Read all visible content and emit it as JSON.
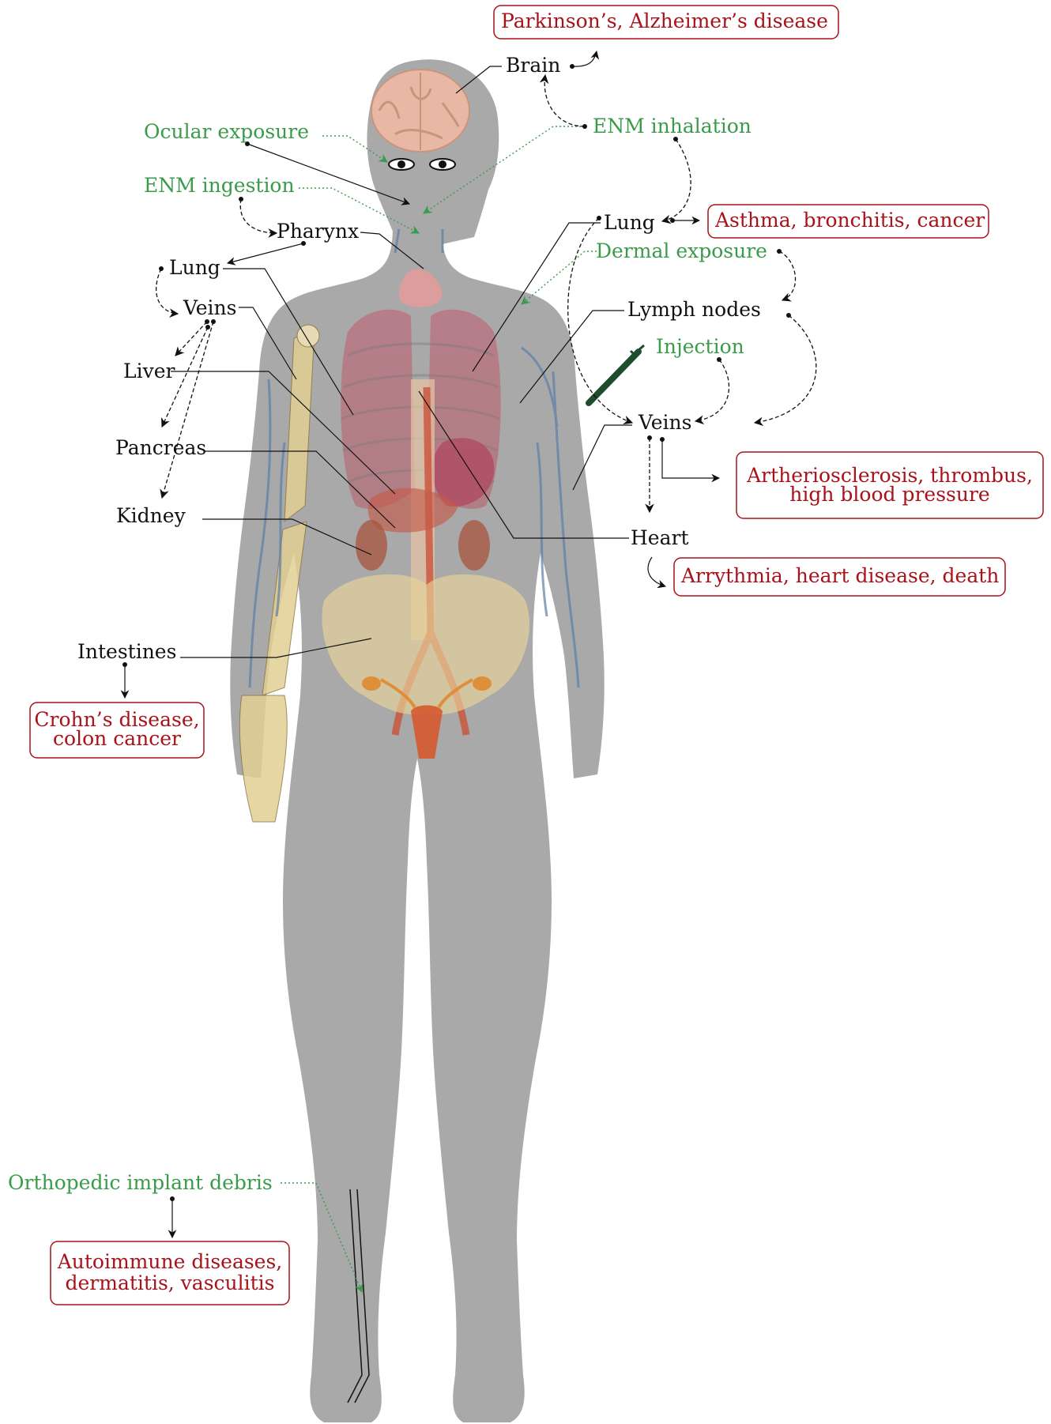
{
  "organs": {
    "brain": "Brain",
    "lung_right": "Lung",
    "lung_left": "Lung",
    "pharynx": "Pharynx",
    "veins_left": "Veins",
    "liver": "Liver",
    "pancreas": "Pancreas",
    "kidney": "Kidney",
    "lymph_nodes": "Lymph nodes",
    "veins_right": "Veins",
    "heart": "Heart",
    "intestines": "Intestines"
  },
  "routes": {
    "ocular": "Ocular exposure",
    "ingestion": "ENM ingestion",
    "inhalation": "ENM inhalation",
    "dermal": "Dermal exposure",
    "injection": "Injection",
    "implant": "Orthopedic implant debris"
  },
  "diseases": {
    "brain": "Parkinson’s, Alzheimer’s disease",
    "lung": "Asthma, bronchitis, cancer",
    "veins_line1": "Artheriosclerosis, thrombus,",
    "veins_line2": "high blood pressure",
    "heart": "Arrythmia, heart disease, death",
    "intestines_line1": "Crohn’s disease,",
    "intestines_line2": "colon cancer",
    "implant_line1": "Autoimmune diseases,",
    "implant_line2": "dermatitis, vasculitis"
  },
  "colors": {
    "body": "#a6a6a6",
    "organ_text": "#111111",
    "route_text": "#3a9b4a",
    "disease_text": "#a8121a"
  }
}
